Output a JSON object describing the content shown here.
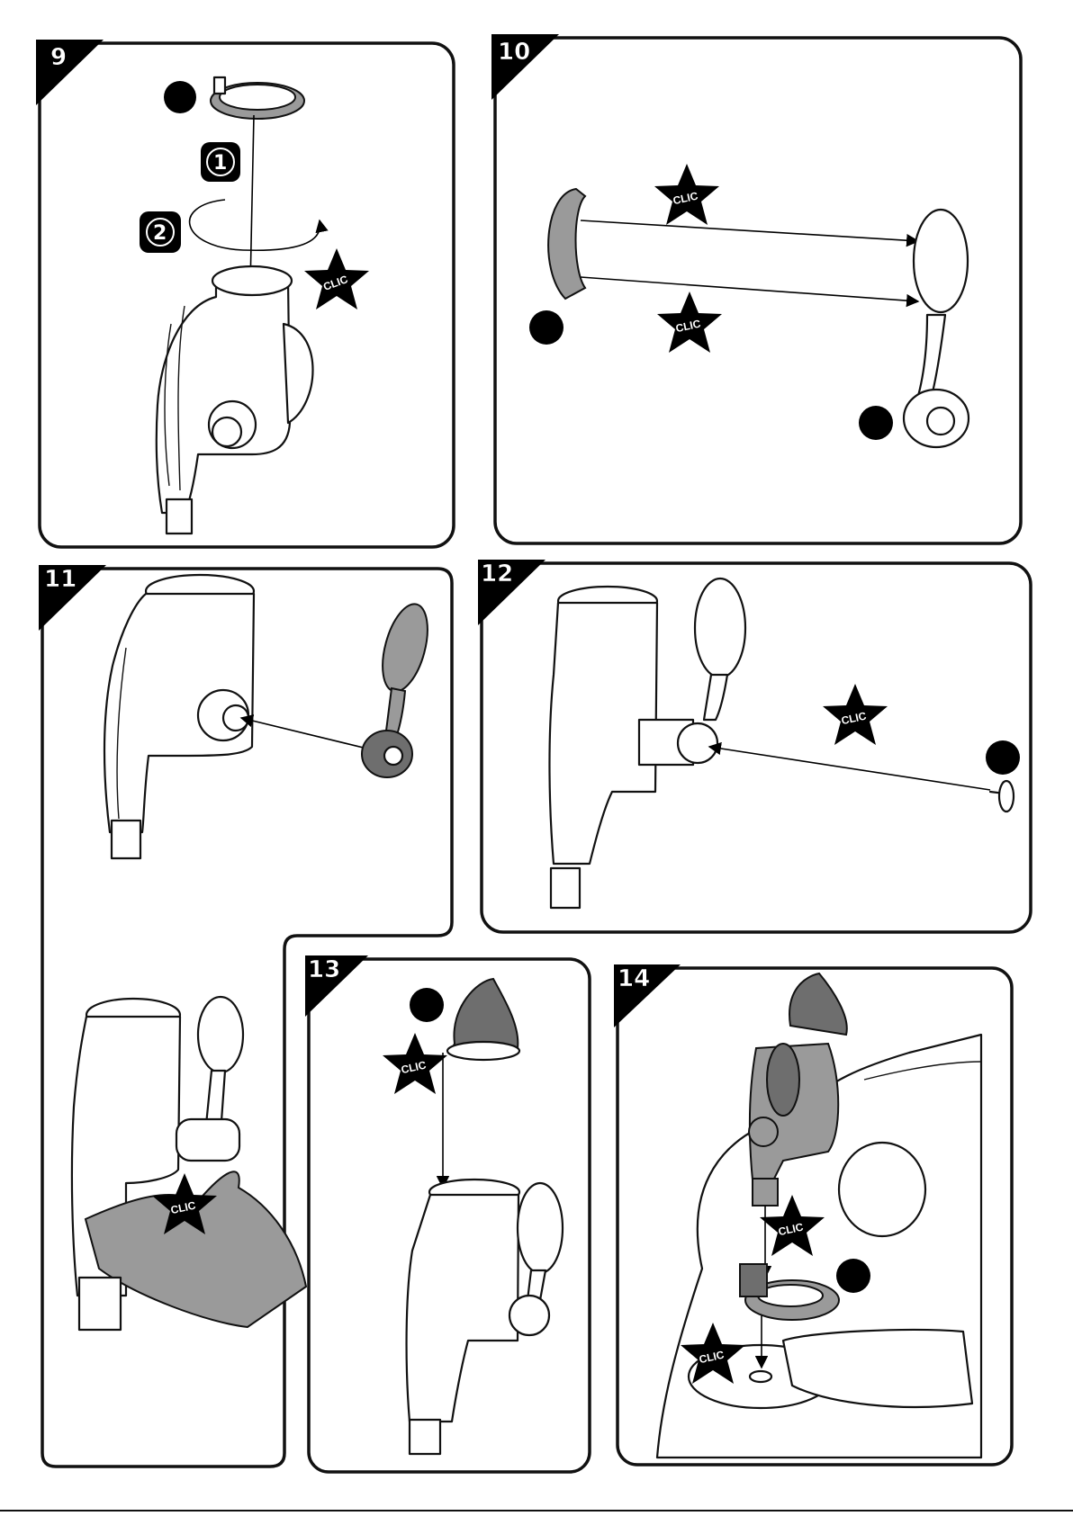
{
  "steps": [
    {
      "number": "9"
    },
    {
      "number": "10"
    },
    {
      "number": "11"
    },
    {
      "number": "12"
    },
    {
      "number": "13"
    },
    {
      "number": "14"
    }
  ],
  "substeps": [
    "1",
    "2"
  ],
  "clic_label": "CLIC"
}
